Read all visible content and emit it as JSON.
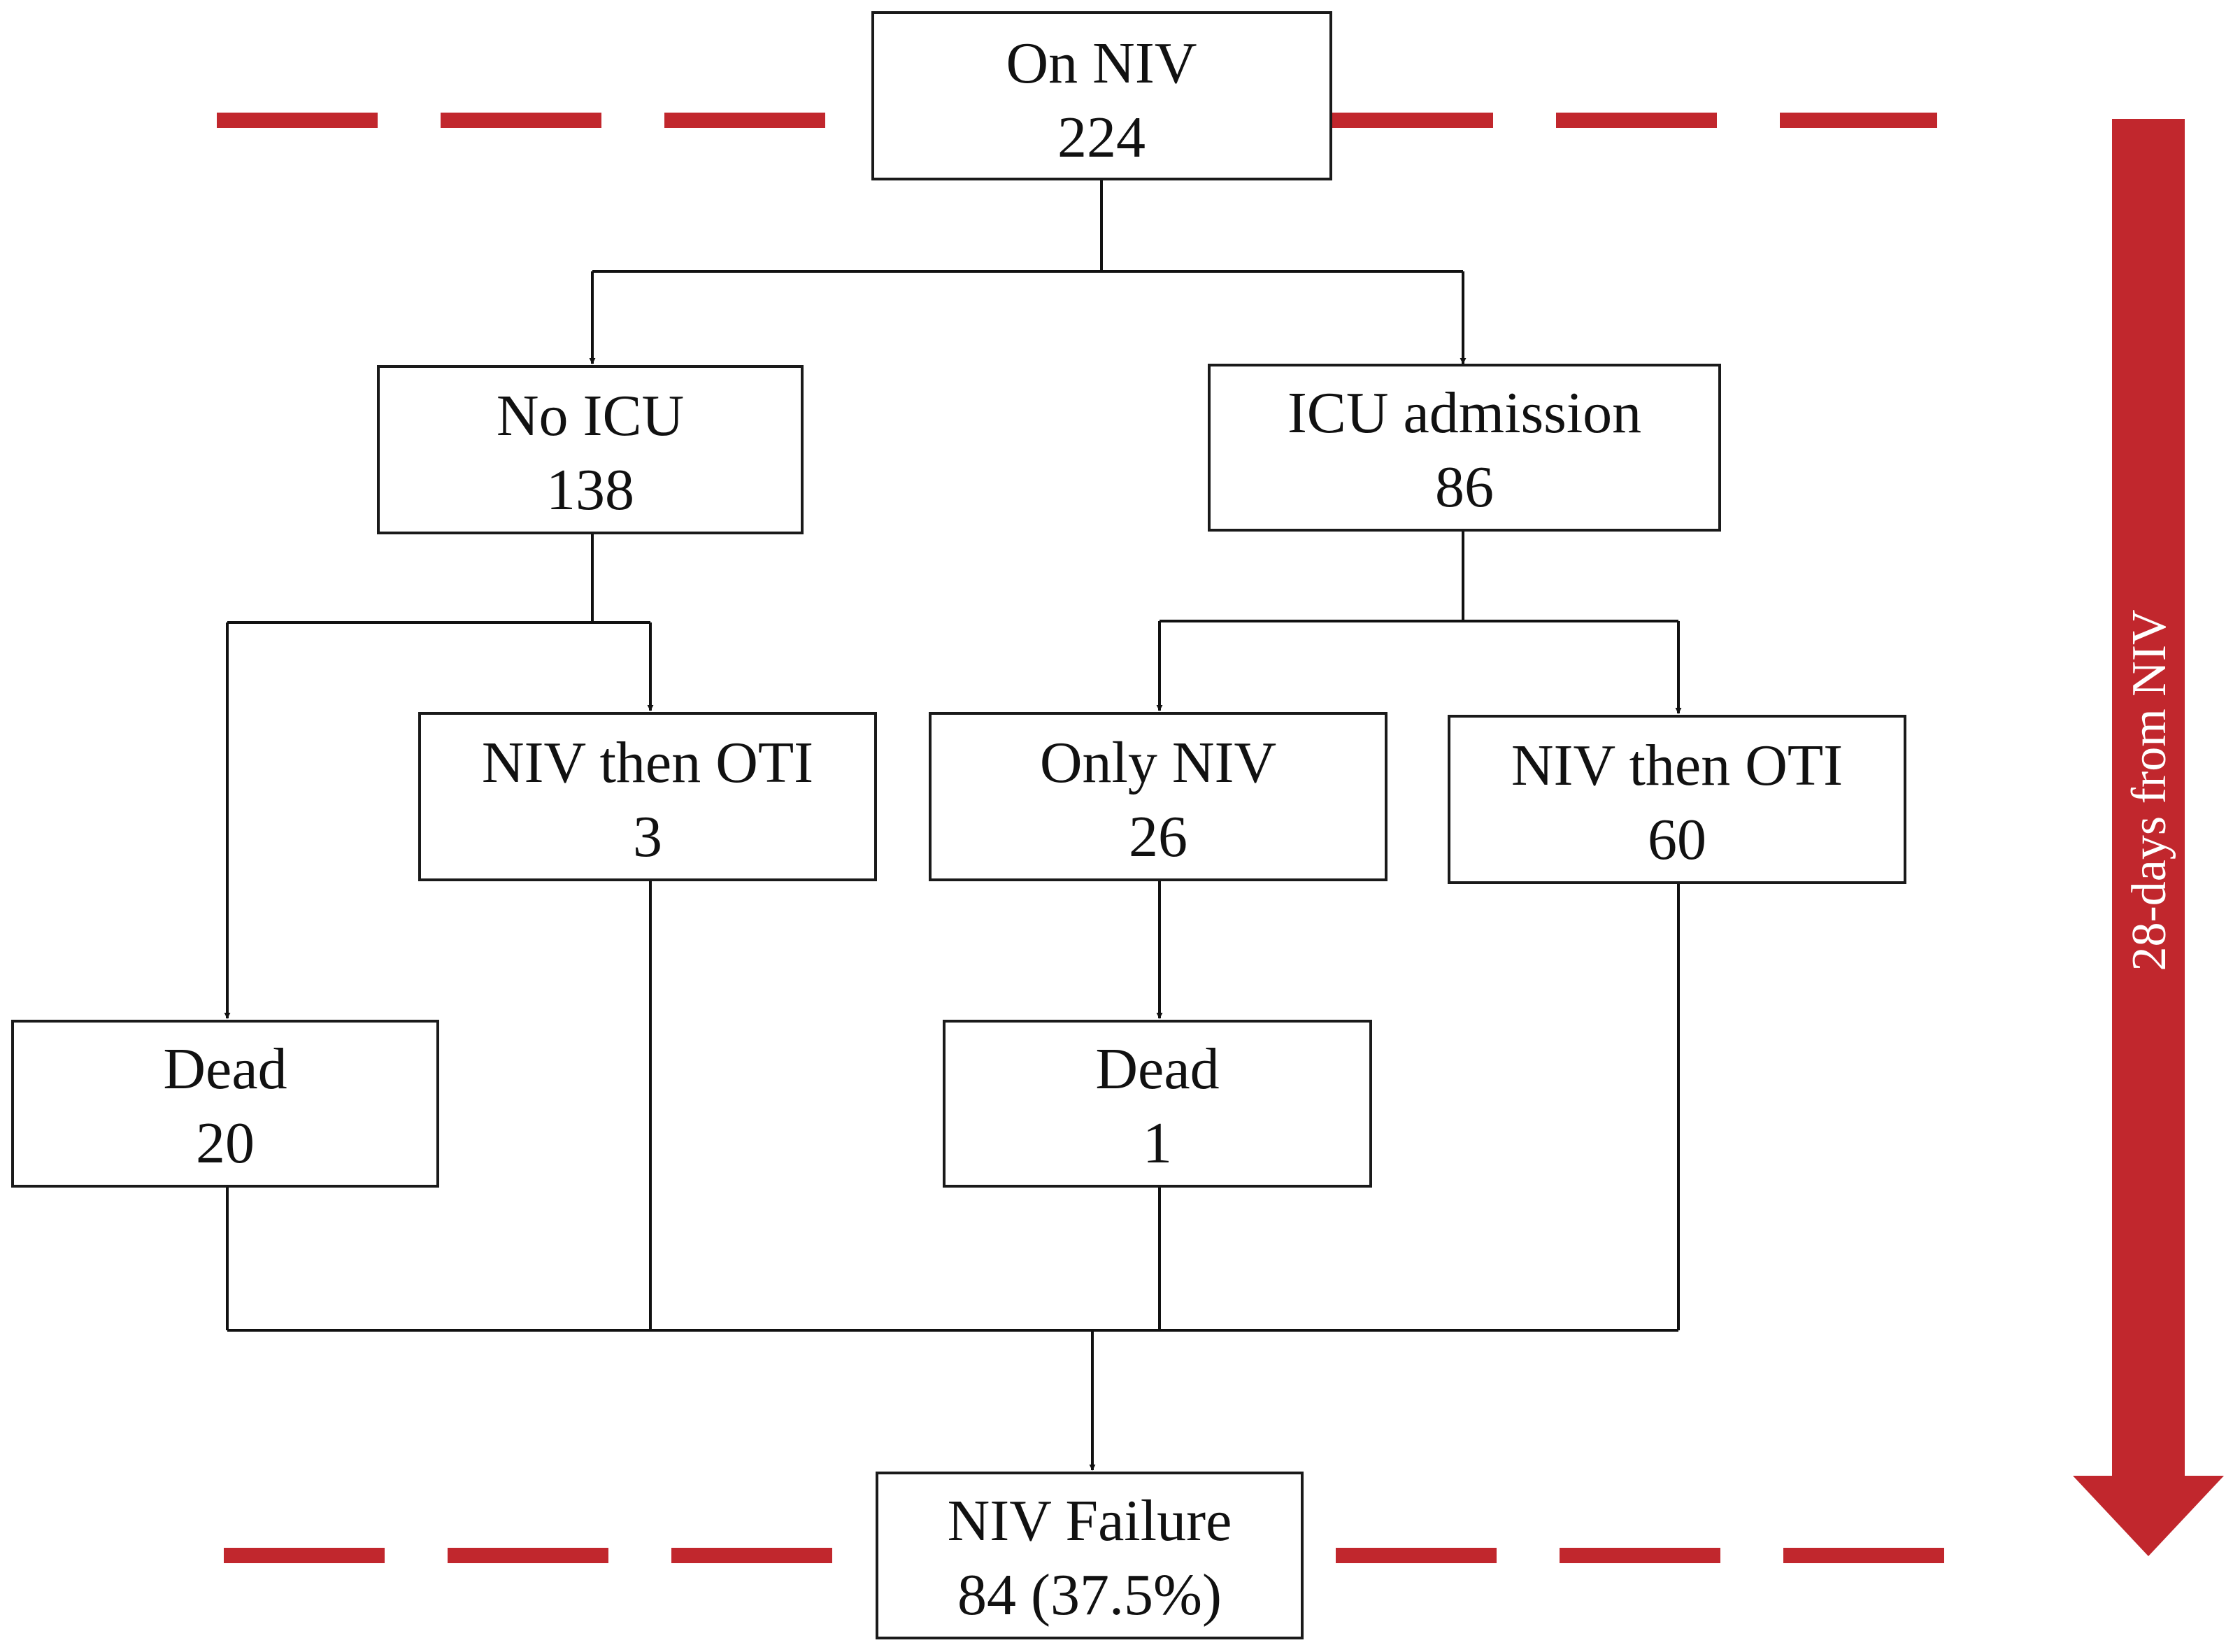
{
  "nodes": {
    "on_niv": {
      "label": "On NIV",
      "value": "224"
    },
    "no_icu": {
      "label": "No ICU",
      "value": "138"
    },
    "icu_admission": {
      "label": "ICU admission",
      "value": "86"
    },
    "no_icu_niv_then_oti": {
      "label": "NIV then OTI",
      "value": "3"
    },
    "only_niv": {
      "label": "Only NIV",
      "value": "26"
    },
    "icu_niv_then_oti": {
      "label": "NIV then OTI",
      "value": "60"
    },
    "no_icu_dead": {
      "label": "Dead",
      "value": "20"
    },
    "only_niv_dead": {
      "label": "Dead",
      "value": "1"
    },
    "niv_failure": {
      "label": "NIV Failure",
      "value": "84 (37.5%)"
    }
  },
  "timeline": {
    "label": "28-days from NIV"
  },
  "colors": {
    "accent_red": "#c1272d",
    "line": "#111111",
    "box_border": "#1a1a1a"
  }
}
